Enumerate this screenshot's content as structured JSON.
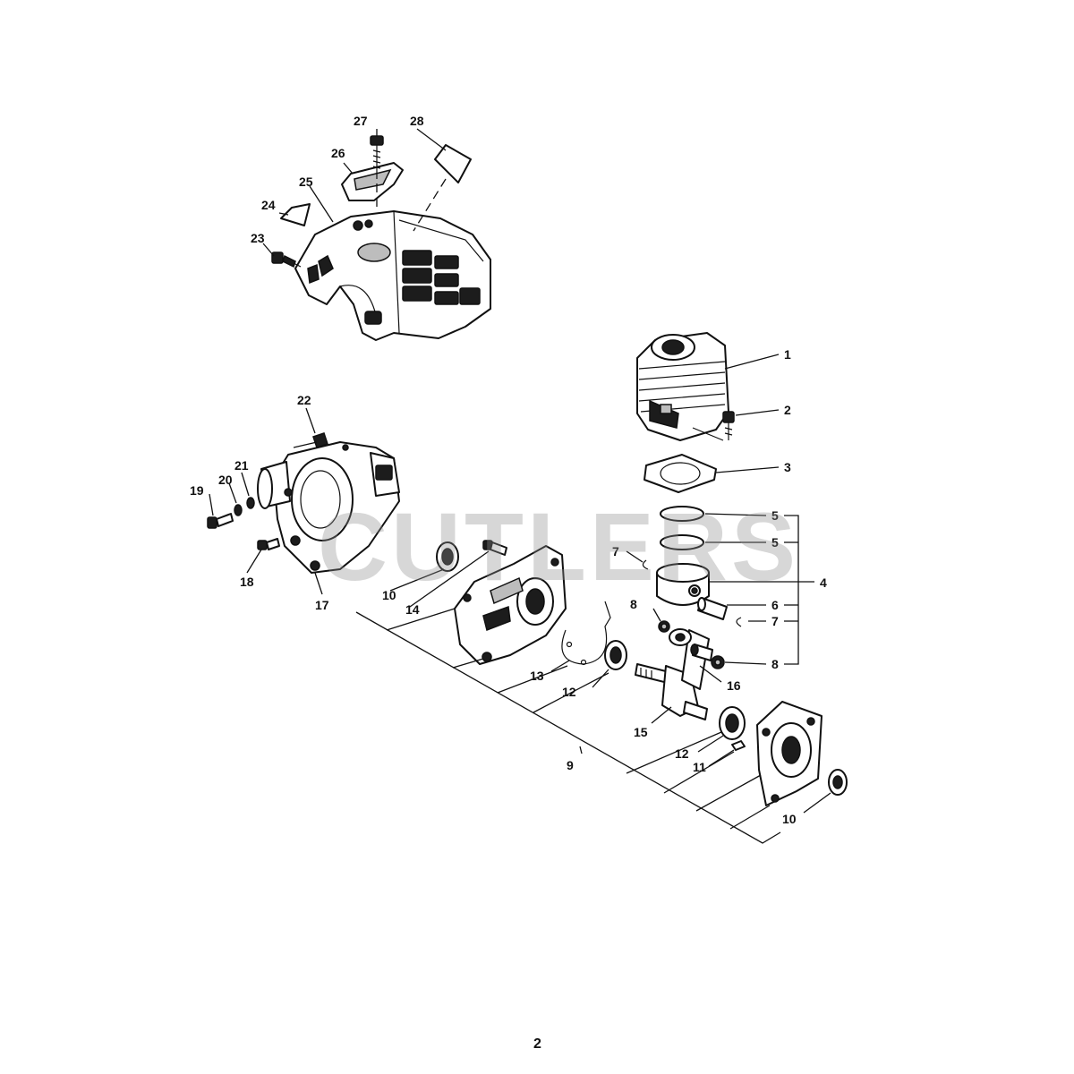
{
  "watermark": "CUTLERS",
  "page_number": "2",
  "callouts": {
    "c1": "1",
    "c2": "2",
    "c3": "3",
    "c4": "4",
    "c5a": "5",
    "c5b": "5",
    "c6": "6",
    "c7a": "7",
    "c7b": "7",
    "c8a": "8",
    "c8b": "8",
    "c9": "9",
    "c10a": "10",
    "c10b": "10",
    "c11": "11",
    "c12a": "12",
    "c12b": "12",
    "c13": "13",
    "c14": "14",
    "c15": "15",
    "c16": "16",
    "c17": "17",
    "c18": "18",
    "c19": "19",
    "c20": "20",
    "c21": "21",
    "c22": "22",
    "c23": "23",
    "c24": "24",
    "c25": "25",
    "c26": "26",
    "c27": "27",
    "c28": "28"
  }
}
